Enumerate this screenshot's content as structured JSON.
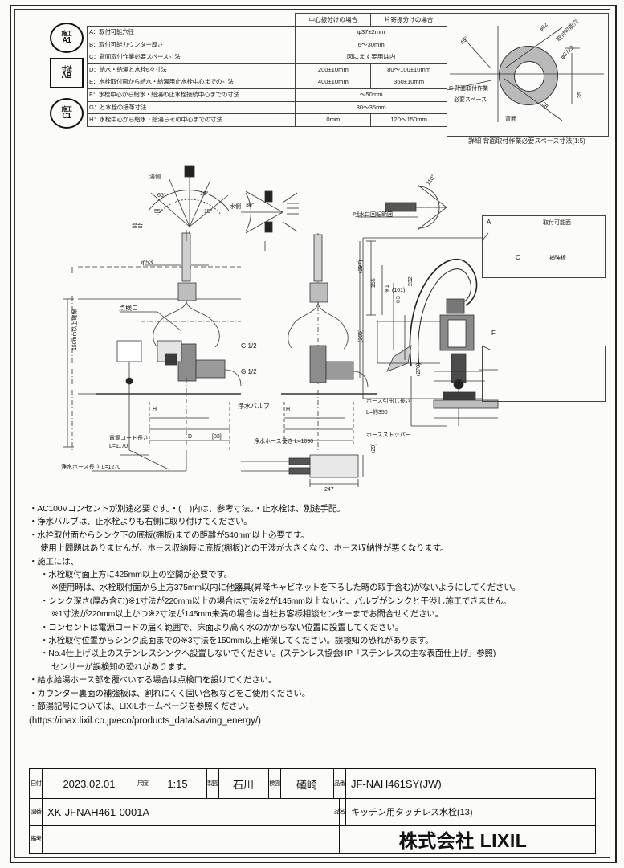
{
  "document": {
    "type": "technical-drawing",
    "maker": "株式会社 LIXIL"
  },
  "spec_table": {
    "badges": [
      {
        "id": "a1",
        "shape": "round",
        "line1": "施工",
        "line2": "A1"
      },
      {
        "id": "ab",
        "shape": "square",
        "line1": "寸法",
        "line2": "AB"
      },
      {
        "id": "c1",
        "shape": "round",
        "line1": "施工",
        "line2": "C1"
      }
    ],
    "headers": [
      "",
      "中心振分けの場合",
      "片寄振分けの場合"
    ],
    "rows": [
      {
        "desc": "A：取付可能穴径",
        "v1": "φ37±2mm",
        "v2": "",
        "span": true
      },
      {
        "desc": "B：取付可能カウンター厚さ",
        "v1": "6～30mm",
        "v2": "",
        "span": true
      },
      {
        "desc": "C：背面取付作業必要スペース寸法",
        "v1": "図にます要用は内",
        "v2": "",
        "span": true
      },
      {
        "desc": "D：給水・給湯と水栓6々寸法",
        "v1": "200±10mm",
        "v2": "80～100±10mm",
        "span": false
      },
      {
        "desc": "E：水栓取付面から給水・給湯用止水栓中心までの寸法",
        "v1": "400±10mm",
        "v2": "360±10mm",
        "span": false
      },
      {
        "desc": "F：水栓中心から給水・給湯の止水栓接続中心までの寸法",
        "v1": "～50mm",
        "v2": "",
        "span": true
      },
      {
        "desc": "G：と水栓の接革寸法",
        "v1": "30～35mm",
        "v2": "",
        "span": true
      },
      {
        "desc": "H：水栓中心から給水・給湯らその中心までの寸法",
        "v1": "0mm",
        "v2": "120～150mm",
        "span": false
      }
    ]
  },
  "top_right_detail": {
    "caption": "詳細 背面取付作業必要スペース寸法(1:5)",
    "labels": {
      "angle": "45°",
      "dia_62": "φ62",
      "hole_title": "取付可能穴",
      "hole_dia": "φ37±2",
      "space_note_l1": "C 背面取付作業",
      "space_note_l2": "必要スペース",
      "back": "背面",
      "dim_35": "35",
      "dim_38": "38"
    }
  },
  "angle_diagrams": {
    "left": {
      "hot_label": "湯側",
      "mix_label": "混合",
      "cold_label": "水側",
      "a65": "65°",
      "a55": "55°",
      "a10": "10°",
      "a15": "15°"
    },
    "right": {
      "a30": "30°"
    },
    "spout_rotation_label": "吐水口回転範囲",
    "spout_angle": "110°"
  },
  "main_drawing": {
    "dia_53": "φ53",
    "inspection_port": "点検口",
    "g_half_upper": "G 1/2",
    "g_half_lower": "G 1/2",
    "purifier_valve": "浄水バルブ",
    "power_cord_label": "電源コード長さ",
    "power_cord_len": "L=1170",
    "purified_hose_label": "浄水ホース長さ",
    "purified_hose_len": "L=1270",
    "purified_hose_label2": "浄水ホース長さ L=1090",
    "hose_pull_label": "ホース引出し長さ",
    "hose_pull_len": "L=約350",
    "hose_stopper": "ホースストッパー",
    "dim_H_left": "H",
    "dim_H_mid": "H",
    "dim_D": "D",
    "dim_83": [
      83
    ],
    "dim_83_text": "[83]",
    "dim_247": "247",
    "dim_20": "(20)",
    "secure_150": "150mm以上確保",
    "dim_297": "(297)",
    "dim_305": "(305)",
    "dim_155": "155",
    "dim_232": "232",
    "dim_101": "(101)",
    "dim_270": "(270)",
    "mark1": "※1",
    "mark3": "※3",
    "letter_A": "A",
    "letter_C": "C",
    "letter_F": "F",
    "mount_surface": "取付可能面",
    "reinforce_plate": "補強板"
  },
  "notes": [
    {
      "indent": 0,
      "text": "・AC100Vコンセントが別途必要です。・(　)内は、参考寸法。・止水栓は、別途手配。"
    },
    {
      "indent": 0,
      "text": "・浄水バルブは、止水栓よりも右側に取り付けてください。"
    },
    {
      "indent": 0,
      "text": "・水栓取付面からシンク下の底板(棚板)までの距離が540mm以上必要です。"
    },
    {
      "indent": 1,
      "text": "使用上問題はありませんが、ホース収納時に底板(棚板)との干渉が大きくなり、ホース収納性が悪くなります。"
    },
    {
      "indent": 0,
      "text": "・施工には、"
    },
    {
      "indent": 1,
      "text": "・水栓取付面上方に425mm以上の空間が必要です。"
    },
    {
      "indent": 2,
      "text": "※使用時は、水栓取付面から上方375mm以内に他器具(昇降キャビネットを下ろした時の取手含む)がないようにしてください。"
    },
    {
      "indent": 1,
      "text": "・シンク深さ(厚み含む)※1寸法が220mm以上の場合は寸法※2が145mm以上ないと、バルブがシンクと干渉し施工できません。"
    },
    {
      "indent": 2,
      "text": "※1寸法が220mm以上かつ※2寸法が145mm未満の場合は当社お客様相談センターまでお問合せください。"
    },
    {
      "indent": 1,
      "text": "・コンセントは電源コードの届く範囲で、床面より高く水のかからない位置に設置してください。"
    },
    {
      "indent": 1,
      "text": "・水栓取付位置からシンク底面までの※3寸法を150mm以上確保してください。誤検知の恐れがあります。"
    },
    {
      "indent": 1,
      "text": "・No.4仕上げ以上のステンレスシンクへ設置しないでください。(ステンレス協会HP「ステンレスの主な表面仕上げ」参照)"
    },
    {
      "indent": 2,
      "text": "センサーが誤検知の恐れがあります。"
    },
    {
      "indent": 0,
      "text": "・給水給湯ホース部を覆べいする場合は点検口を設けてください。"
    },
    {
      "indent": 0,
      "text": "・カウンター裏面の補強板は、割れにくく固い合板などをご使用ください。"
    },
    {
      "indent": 0,
      "text": "・節湯記号については、LIXILホームページを参照ください。"
    },
    {
      "indent": 0,
      "url": true,
      "text": "(https://inax.lixil.co.jp/eco/products_data/saving_energy/)"
    }
  ],
  "title_block": {
    "date_key": "日付",
    "date_value": "2023.02.01",
    "scale_key": "尺度",
    "scale_value": "1:15",
    "drawn_key": "製図",
    "drawn_value": "石川",
    "checked_key": "検図",
    "checked_value": "礒崎",
    "part_no_key": "品番",
    "part_no_value": "JF-NAH461SY(JW)",
    "drawing_no_key": "図番",
    "drawing_no_value": "XK-JFNAH461-0001A",
    "part_name_key": "品名",
    "part_name_value": "キッチン用タッチレス水栓(13)",
    "remarks_key": "備考",
    "remarks_value": "",
    "company": "株式会社 LIXIL"
  }
}
